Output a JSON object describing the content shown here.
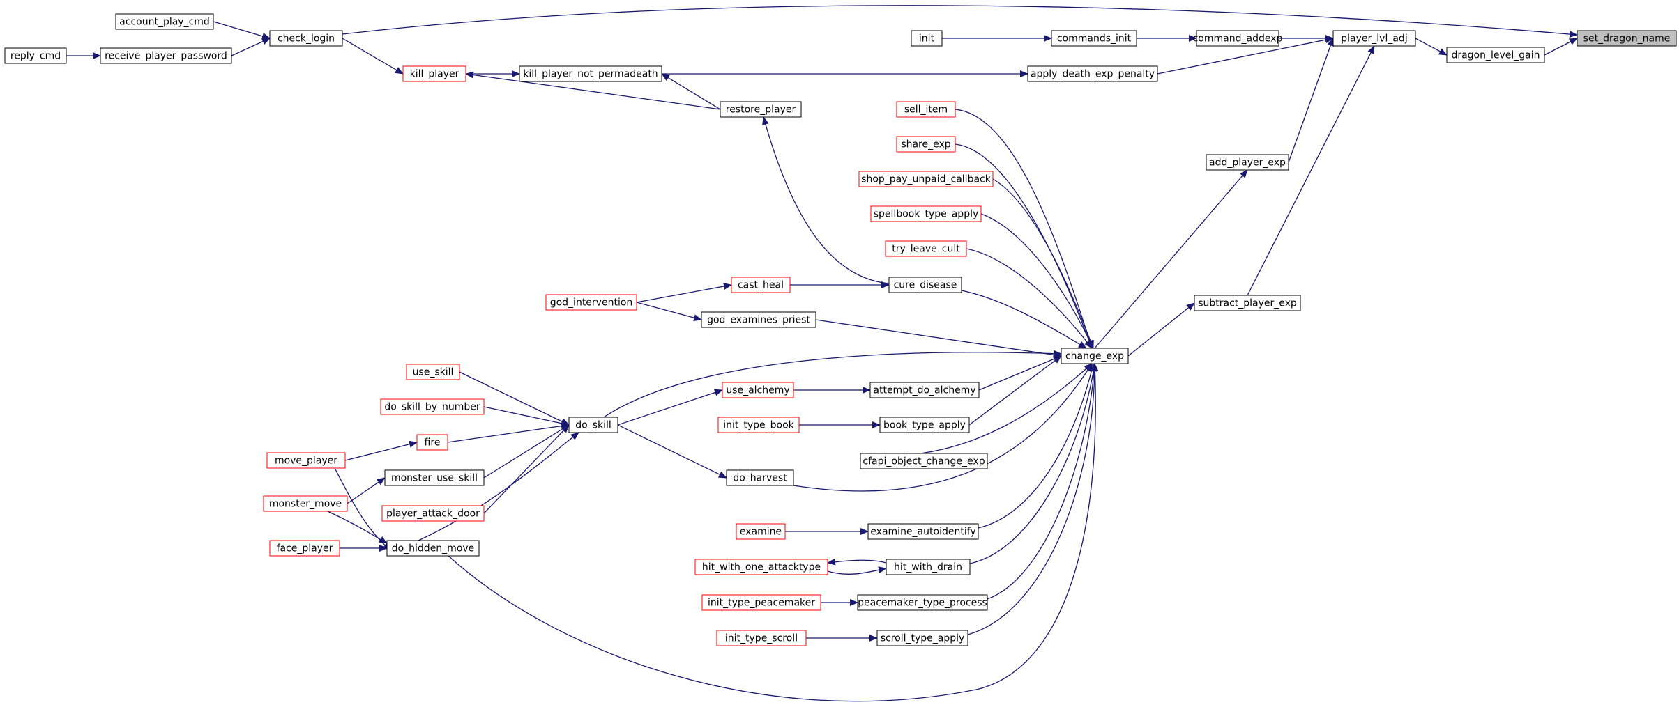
{
  "colors": {
    "edge": "#191970",
    "node_border_default": "#000000",
    "node_border_truncated": "#ff0000",
    "root_fill": "#bfbfbf",
    "node_fill": "#ffffff"
  },
  "nodes": [
    {
      "id": "set_dragon_name",
      "label": "set_dragon_name",
      "style": "root"
    },
    {
      "id": "dragon_level_gain",
      "label": "dragon_level_gain",
      "style": "normal"
    },
    {
      "id": "player_lvl_adj",
      "label": "player_lvl_adj",
      "style": "normal"
    },
    {
      "id": "command_addexp",
      "label": "command_addexp",
      "style": "normal"
    },
    {
      "id": "commands_init",
      "label": "commands_init",
      "style": "normal"
    },
    {
      "id": "init",
      "label": "init",
      "style": "normal"
    },
    {
      "id": "apply_death_exp_penalty",
      "label": "apply_death_exp_penalty",
      "style": "normal"
    },
    {
      "id": "kill_player_not_permadeath",
      "label": "kill_player_not_permadeath",
      "style": "normal"
    },
    {
      "id": "kill_player",
      "label": "kill_player",
      "style": "truncated"
    },
    {
      "id": "check_login",
      "label": "check_login",
      "style": "normal"
    },
    {
      "id": "account_play_cmd",
      "label": "account_play_cmd",
      "style": "normal"
    },
    {
      "id": "receive_player_password",
      "label": "receive_player_password",
      "style": "normal"
    },
    {
      "id": "reply_cmd",
      "label": "reply_cmd",
      "style": "normal"
    },
    {
      "id": "restore_player",
      "label": "restore_player",
      "style": "normal"
    },
    {
      "id": "add_player_exp",
      "label": "add_player_exp",
      "style": "normal"
    },
    {
      "id": "subtract_player_exp",
      "label": "subtract_player_exp",
      "style": "normal"
    },
    {
      "id": "change_exp",
      "label": "change_exp",
      "style": "normal"
    },
    {
      "id": "sell_item",
      "label": "sell_item",
      "style": "truncated"
    },
    {
      "id": "share_exp",
      "label": "share_exp",
      "style": "truncated"
    },
    {
      "id": "shop_pay_unpaid_callback",
      "label": "shop_pay_unpaid_callback",
      "style": "truncated"
    },
    {
      "id": "spellbook_type_apply",
      "label": "spellbook_type_apply",
      "style": "truncated"
    },
    {
      "id": "try_leave_cult",
      "label": "try_leave_cult",
      "style": "truncated"
    },
    {
      "id": "cure_disease",
      "label": "cure_disease",
      "style": "normal"
    },
    {
      "id": "cast_heal",
      "label": "cast_heal",
      "style": "truncated"
    },
    {
      "id": "god_intervention",
      "label": "god_intervention",
      "style": "truncated"
    },
    {
      "id": "god_examines_priest",
      "label": "god_examines_priest",
      "style": "normal"
    },
    {
      "id": "do_skill",
      "label": "do_skill",
      "style": "normal"
    },
    {
      "id": "use_skill",
      "label": "use_skill",
      "style": "truncated"
    },
    {
      "id": "do_skill_by_number",
      "label": "do_skill_by_number",
      "style": "truncated"
    },
    {
      "id": "fire",
      "label": "fire",
      "style": "truncated"
    },
    {
      "id": "move_player",
      "label": "move_player",
      "style": "truncated"
    },
    {
      "id": "monster_use_skill",
      "label": "monster_use_skill",
      "style": "normal"
    },
    {
      "id": "monster_move",
      "label": "monster_move",
      "style": "truncated"
    },
    {
      "id": "player_attack_door",
      "label": "player_attack_door",
      "style": "truncated"
    },
    {
      "id": "face_player",
      "label": "face_player",
      "style": "truncated"
    },
    {
      "id": "do_hidden_move",
      "label": "do_hidden_move",
      "style": "normal"
    },
    {
      "id": "use_alchemy",
      "label": "use_alchemy",
      "style": "truncated"
    },
    {
      "id": "attempt_do_alchemy",
      "label": "attempt_do_alchemy",
      "style": "normal"
    },
    {
      "id": "init_type_book",
      "label": "init_type_book",
      "style": "truncated"
    },
    {
      "id": "book_type_apply",
      "label": "book_type_apply",
      "style": "normal"
    },
    {
      "id": "cfapi_object_change_exp",
      "label": "cfapi_object_change_exp",
      "style": "normal"
    },
    {
      "id": "do_harvest",
      "label": "do_harvest",
      "style": "normal"
    },
    {
      "id": "examine",
      "label": "examine",
      "style": "truncated"
    },
    {
      "id": "examine_autoidentify",
      "label": "examine_autoidentify",
      "style": "normal"
    },
    {
      "id": "hit_with_one_attacktype",
      "label": "hit_with_one_attacktype",
      "style": "truncated"
    },
    {
      "id": "hit_with_drain",
      "label": "hit_with_drain",
      "style": "normal"
    },
    {
      "id": "init_type_peacemaker",
      "label": "init_type_peacemaker",
      "style": "truncated"
    },
    {
      "id": "peacemaker_type_process",
      "label": "peacemaker_type_process",
      "style": "normal"
    },
    {
      "id": "init_type_scroll",
      "label": "init_type_scroll",
      "style": "truncated"
    },
    {
      "id": "scroll_type_apply",
      "label": "scroll_type_apply",
      "style": "normal"
    }
  ],
  "edges": [
    {
      "from": "dragon_level_gain",
      "to": "set_dragon_name"
    },
    {
      "from": "check_login",
      "to": "set_dragon_name"
    },
    {
      "from": "player_lvl_adj",
      "to": "dragon_level_gain"
    },
    {
      "from": "command_addexp",
      "to": "player_lvl_adj"
    },
    {
      "from": "commands_init",
      "to": "command_addexp"
    },
    {
      "from": "init",
      "to": "commands_init"
    },
    {
      "from": "apply_death_exp_penalty",
      "to": "player_lvl_adj"
    },
    {
      "from": "kill_player_not_permadeath",
      "to": "apply_death_exp_penalty"
    },
    {
      "from": "kill_player",
      "to": "kill_player_not_permadeath"
    },
    {
      "from": "check_login",
      "to": "kill_player"
    },
    {
      "from": "account_play_cmd",
      "to": "check_login"
    },
    {
      "from": "receive_player_password",
      "to": "check_login"
    },
    {
      "from": "reply_cmd",
      "to": "receive_player_password"
    },
    {
      "from": "restore_player",
      "to": "kill_player_not_permadeath"
    },
    {
      "from": "restore_player",
      "to": "kill_player"
    },
    {
      "from": "cure_disease",
      "to": "restore_player"
    },
    {
      "from": "add_player_exp",
      "to": "player_lvl_adj"
    },
    {
      "from": "subtract_player_exp",
      "to": "player_lvl_adj"
    },
    {
      "from": "change_exp",
      "to": "add_player_exp"
    },
    {
      "from": "change_exp",
      "to": "subtract_player_exp"
    },
    {
      "from": "sell_item",
      "to": "change_exp"
    },
    {
      "from": "share_exp",
      "to": "change_exp"
    },
    {
      "from": "shop_pay_unpaid_callback",
      "to": "change_exp"
    },
    {
      "from": "spellbook_type_apply",
      "to": "change_exp"
    },
    {
      "from": "try_leave_cult",
      "to": "change_exp"
    },
    {
      "from": "cure_disease",
      "to": "change_exp"
    },
    {
      "from": "cast_heal",
      "to": "cure_disease"
    },
    {
      "from": "god_intervention",
      "to": "cast_heal"
    },
    {
      "from": "god_intervention",
      "to": "god_examines_priest"
    },
    {
      "from": "god_examines_priest",
      "to": "change_exp"
    },
    {
      "from": "do_skill",
      "to": "change_exp"
    },
    {
      "from": "do_skill",
      "to": "use_alchemy"
    },
    {
      "from": "do_skill",
      "to": "do_harvest"
    },
    {
      "from": "use_skill",
      "to": "do_skill"
    },
    {
      "from": "do_skill_by_number",
      "to": "do_skill"
    },
    {
      "from": "fire",
      "to": "do_skill"
    },
    {
      "from": "monster_use_skill",
      "to": "do_skill"
    },
    {
      "from": "player_attack_door",
      "to": "do_skill"
    },
    {
      "from": "do_hidden_move",
      "to": "do_skill"
    },
    {
      "from": "do_hidden_move",
      "to": "change_exp"
    },
    {
      "from": "move_player",
      "to": "fire"
    },
    {
      "from": "move_player",
      "to": "do_hidden_move"
    },
    {
      "from": "monster_move",
      "to": "monster_use_skill"
    },
    {
      "from": "monster_move",
      "to": "do_hidden_move"
    },
    {
      "from": "face_player",
      "to": "do_hidden_move"
    },
    {
      "from": "use_alchemy",
      "to": "attempt_do_alchemy"
    },
    {
      "from": "attempt_do_alchemy",
      "to": "change_exp"
    },
    {
      "from": "init_type_book",
      "to": "book_type_apply"
    },
    {
      "from": "book_type_apply",
      "to": "change_exp"
    },
    {
      "from": "cfapi_object_change_exp",
      "to": "change_exp"
    },
    {
      "from": "do_harvest",
      "to": "change_exp"
    },
    {
      "from": "examine",
      "to": "examine_autoidentify"
    },
    {
      "from": "examine_autoidentify",
      "to": "change_exp"
    },
    {
      "from": "hit_with_one_attacktype",
      "to": "hit_with_drain"
    },
    {
      "from": "hit_with_drain",
      "to": "hit_with_one_attacktype"
    },
    {
      "from": "hit_with_drain",
      "to": "change_exp"
    },
    {
      "from": "init_type_peacemaker",
      "to": "peacemaker_type_process"
    },
    {
      "from": "peacemaker_type_process",
      "to": "change_exp"
    },
    {
      "from": "init_type_scroll",
      "to": "scroll_type_apply"
    },
    {
      "from": "scroll_type_apply",
      "to": "change_exp"
    }
  ]
}
